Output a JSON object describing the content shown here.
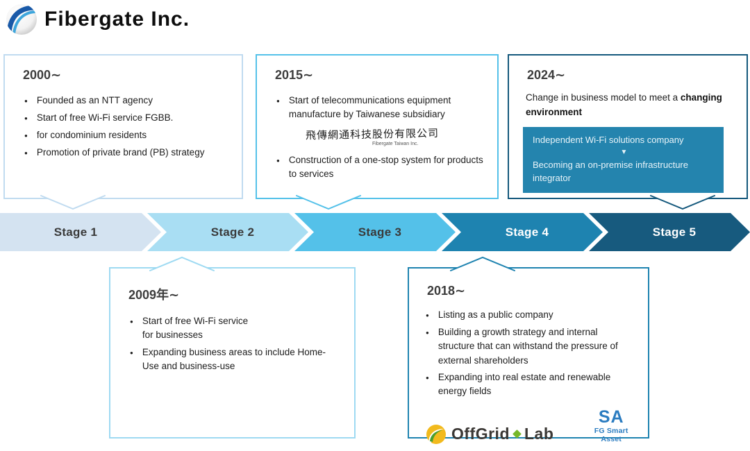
{
  "header": {
    "company": "Fibergate Inc."
  },
  "timeline": {
    "stages": [
      {
        "label": "Stage 1",
        "fill": "#d4e3f1",
        "text_color": "#3a3a3a"
      },
      {
        "label": "Stage 2",
        "fill": "#a9def3",
        "text_color": "#3a3a3a"
      },
      {
        "label": "Stage 3",
        "fill": "#54c1e9",
        "text_color": "#3a3a3a"
      },
      {
        "label": "Stage 4",
        "fill": "#1e83b0",
        "text_color": "#ffffff"
      },
      {
        "label": "Stage 5",
        "fill": "#175a7e",
        "text_color": "#ffffff"
      }
    ]
  },
  "callouts": {
    "c2000": {
      "title": "2000∼",
      "bullets": [
        "Founded as an NTT agency",
        "Start of free Wi-Fi service FGBB.",
        "for condominium residents",
        "Promotion of private brand (PB) strategy"
      ]
    },
    "c2015": {
      "title": "2015∼",
      "bullets": [
        "Start of telecommunications equipment manufacture by Taiwanese subsidiary",
        "Construction of a one-stop system for products to services"
      ],
      "subsidiary": {
        "calligraphy": "飛傳網通科技股份有限公司",
        "caption": "Fibergate Taiwan Inc."
      }
    },
    "c2024": {
      "title": "2024∼",
      "lead_normal": "Change in business model to meet a ",
      "lead_bold": "changing environment",
      "transition": {
        "from": "Independent Wi-Fi solutions company",
        "arrow": "▼",
        "to": "Becoming an on-premise infrastructure integrator",
        "bg": "#2484ae"
      }
    },
    "c2009": {
      "title": "2009年∼",
      "bullets": [
        "Start of free Wi-Fi service\nfor businesses",
        "Expanding business areas to include Home-Use and business-use"
      ]
    },
    "c2018": {
      "title": "2018∼",
      "bullets": [
        "Listing as a public company",
        "Building a growth strategy and internal structure that can withstand the pressure of external shareholders",
        "Expanding into real estate and renewable energy fields"
      ],
      "logos": {
        "offgrid": {
          "part1": "OffGrid",
          "part2": "Lab"
        },
        "smart_asset": {
          "abbr": "SA",
          "name": "FG Smart Asset"
        }
      }
    }
  },
  "colors": {
    "accent_light": "#c0dbf0",
    "accent_sky": "#54c1e9",
    "accent_mid": "#1e83b0",
    "accent_dark": "#14587c",
    "transition_bg": "#2484ae",
    "offgrid_green": "#76b82a",
    "offgrid_yellow": "#f2ba1d",
    "smart_asset_blue": "#2b7cc0"
  }
}
